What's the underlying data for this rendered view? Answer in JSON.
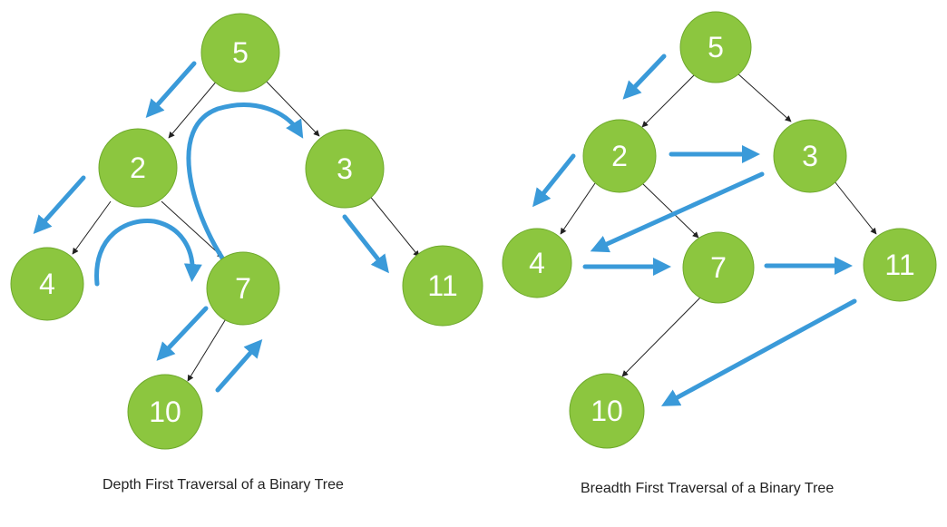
{
  "colors": {
    "node_fill": "#8cc63f",
    "node_stroke": "#6ea92c",
    "arrow": "#3a9ad9",
    "edge": "#222222"
  },
  "dfs": {
    "caption": "Depth First Traversal of a Binary Tree",
    "nodes": [
      "5",
      "2",
      "3",
      "4",
      "7",
      "11",
      "10"
    ]
  },
  "bfs": {
    "caption": "Breadth First Traversal of a Binary Tree",
    "nodes": [
      "5",
      "2",
      "3",
      "4",
      "7",
      "11",
      "10"
    ]
  }
}
